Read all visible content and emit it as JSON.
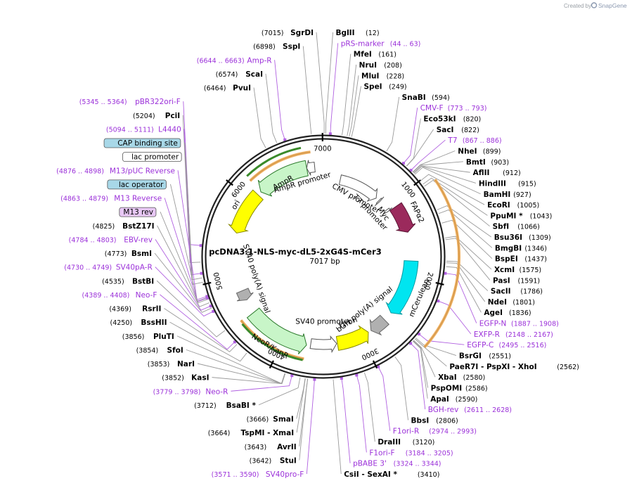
{
  "watermark": {
    "created_by": "Created by",
    "brand": "SnapGene"
  },
  "plasmid": {
    "name": "pcDNA3.1-NLS-myc-dL5-2xG4S-mCer3",
    "length_label": "7017 bp",
    "length": 7017
  },
  "ticks": [
    {
      "pos": 7000,
      "label": "7000"
    },
    {
      "pos": 1000,
      "label": "1000"
    },
    {
      "pos": 2000,
      "label": "2000"
    },
    {
      "pos": 3000,
      "label": "3000"
    },
    {
      "pos": 4000,
      "label": "4000"
    },
    {
      "pos": 5000,
      "label": "5000"
    },
    {
      "pos": 6000,
      "label": "6000"
    }
  ],
  "features": [
    {
      "name": "CMV promoter",
      "start": 232,
      "end": 811,
      "color": "#ffffff",
      "stroke": "#555555"
    },
    {
      "name": "T7 promoter",
      "start": 863,
      "end": 881,
      "color": "#ffffff",
      "stroke": "#555555"
    },
    {
      "name": "Myc",
      "start": 1035,
      "end": 1065,
      "color": "#ffffff",
      "stroke": "#555555"
    },
    {
      "name": "FAPα2",
      "start": 1070,
      "end": 1430,
      "color": "#9b2a5c",
      "stroke": "#5a1433"
    },
    {
      "name": "mCerulean",
      "start": 1800,
      "end": 2520,
      "color": "#00e5f0",
      "stroke": "#0099a0"
    },
    {
      "name": "bGH poly(A) signal",
      "start": 2640,
      "end": 2860,
      "color": "#b0b0b0",
      "stroke": "#666666"
    },
    {
      "name": "f1 ori",
      "start": 2900,
      "end": 3320,
      "color": "#ffff00",
      "stroke": "#888800"
    },
    {
      "name": "SV40 promoter",
      "start": 3330,
      "end": 3660,
      "color": "#ffffff",
      "stroke": "#555555"
    },
    {
      "name": "NeoR/KanR",
      "start": 3710,
      "end": 4500,
      "color": "#c8f5c8",
      "stroke": "#2c7a2c"
    },
    {
      "name": "SV40 poly(A) signal",
      "start": 4680,
      "end": 4810,
      "color": "#b0b0b0",
      "stroke": "#666666"
    },
    {
      "name": "ori",
      "start": 5550,
      "end": 6100,
      "color": "#ffff00",
      "stroke": "#888800"
    },
    {
      "name": "AmpR",
      "start": 6150,
      "end": 6800,
      "color": "#c8f5c8",
      "stroke": "#2c7a2c"
    },
    {
      "name": "AmpR promoter",
      "start": 6800,
      "end": 6900,
      "color": "#ffffff",
      "stroke": "#555555"
    }
  ],
  "feature_labels": [
    {
      "text": "CMV promoter",
      "pos": 560,
      "r": 95
    },
    {
      "text": "T7 promoter",
      "pos": 900,
      "r": 92
    },
    {
      "text": "Myc",
      "pos": 1050,
      "r": 105
    },
    {
      "text": "FAPα2",
      "pos": 1250,
      "r": 148
    },
    {
      "text": "mCerulean",
      "pos": 2200,
      "r": 148
    },
    {
      "text": "bGH poly(A) signal",
      "pos": 2760,
      "r": 95
    },
    {
      "text": "f1 ori",
      "pos": 3100,
      "r": 100
    },
    {
      "text": "SV40 promoter",
      "pos": 3500,
      "r": 92
    },
    {
      "text": "NeoR/KanR",
      "pos": 4100,
      "r": 148
    },
    {
      "text": "SV40 poly(A) signal",
      "pos": 4900,
      "r": 100
    },
    {
      "text": "ori",
      "pos": 5850,
      "r": 145
    },
    {
      "text": "AmpR",
      "pos": 6450,
      "r": 120
    },
    {
      "text": "AmpR promoter",
      "pos": 6700,
      "r": 110
    }
  ],
  "sites_right": [
    {
      "name": "BglII",
      "pos": "(12)",
      "bp": 12
    },
    {
      "name": "pRS-marker",
      "pos": "(44 .. 63)",
      "bp": 54,
      "primer": true
    },
    {
      "name": "MfeI",
      "pos": "(161)",
      "bp": 161
    },
    {
      "name": "NruI",
      "pos": "(208)",
      "bp": 208
    },
    {
      "name": "MluI",
      "pos": "(228)",
      "bp": 228
    },
    {
      "name": "SpeI",
      "pos": "(249)",
      "bp": 249
    },
    {
      "name": "SnaBI",
      "pos": "(594)",
      "bp": 594
    },
    {
      "name": "CMV-F",
      "pos": "(773 .. 793)",
      "bp": 783,
      "primer": true
    },
    {
      "name": "Eco53kI",
      "pos": "(820)",
      "bp": 820
    },
    {
      "name": "SacI",
      "pos": "(822)",
      "bp": 822
    },
    {
      "name": "T7",
      "pos": "(867 .. 886)",
      "bp": 876,
      "primer": true
    },
    {
      "name": "NheI",
      "pos": "(899)",
      "bp": 899
    },
    {
      "name": "BmtI",
      "pos": "(903)",
      "bp": 903
    },
    {
      "name": "AflII",
      "pos": "(912)",
      "bp": 912
    },
    {
      "name": "HindIII",
      "pos": "(915)",
      "bp": 915
    },
    {
      "name": "BamHI",
      "pos": "(927)",
      "bp": 927
    },
    {
      "name": "EcoRI",
      "pos": "(1005)",
      "bp": 1005
    },
    {
      "name": "PpuMI *",
      "pos": "(1043)",
      "bp": 1043
    },
    {
      "name": "SbfI",
      "pos": "(1066)",
      "bp": 1066
    },
    {
      "name": "Bsu36I",
      "pos": "(1309)",
      "bp": 1309
    },
    {
      "name": "BmgBI",
      "pos": "(1346)",
      "bp": 1346
    },
    {
      "name": "BspEI",
      "pos": "(1437)",
      "bp": 1437
    },
    {
      "name": "XcmI",
      "pos": "(1575)",
      "bp": 1575
    },
    {
      "name": "PasI",
      "pos": "(1591)",
      "bp": 1591
    },
    {
      "name": "SacII",
      "pos": "(1786)",
      "bp": 1786
    },
    {
      "name": "NdeI",
      "pos": "(1801)",
      "bp": 1801
    },
    {
      "name": "AgeI",
      "pos": "(1836)",
      "bp": 1836
    },
    {
      "name": "EGFP-N",
      "pos": "(1887 .. 1908)",
      "bp": 1897,
      "primer": true
    },
    {
      "name": "EXFP-R",
      "pos": "(2148 .. 2167)",
      "bp": 2157,
      "primer": true
    },
    {
      "name": "EGFP-C",
      "pos": "(2495 .. 2516)",
      "bp": 2505,
      "primer": true
    },
    {
      "name": "BsrGI",
      "pos": "(2551)",
      "bp": 2551
    },
    {
      "name": "PaeR7I - PspXI - XhoI",
      "pos": "(2562)",
      "bp": 2562
    },
    {
      "name": "XbaI",
      "pos": "(2580)",
      "bp": 2580
    },
    {
      "name": "PspOMI",
      "pos": "(2586)",
      "bp": 2586
    },
    {
      "name": "ApaI",
      "pos": "(2590)",
      "bp": 2590
    },
    {
      "name": "BGH-rev",
      "pos": "(2611 .. 2628)",
      "bp": 2619,
      "primer": true
    },
    {
      "name": "BbsI",
      "pos": "(2806)",
      "bp": 2806
    },
    {
      "name": "F1ori-R",
      "pos": "(2974 .. 2993)",
      "bp": 2983,
      "primer": true
    },
    {
      "name": "DraIII",
      "pos": "(3120)",
      "bp": 3120
    },
    {
      "name": "F1ori-F",
      "pos": "(3184 .. 3205)",
      "bp": 3194,
      "primer": true
    },
    {
      "name": "pBABE 3'",
      "pos": "(3324 .. 3344)",
      "bp": 3334,
      "primer": true
    },
    {
      "name": "CsiI - SexAI *",
      "pos": "(3410)",
      "bp": 3410
    }
  ],
  "sites_left": [
    {
      "name": "SgrDI",
      "pos": "(7015)",
      "bp": 7015
    },
    {
      "name": "SspI",
      "pos": "(6898)",
      "bp": 6898
    },
    {
      "name": "Amp-R",
      "pos": "(6644 .. 6663)",
      "bp": 6653,
      "primer": true
    },
    {
      "name": "ScaI",
      "pos": "(6574)",
      "bp": 6574
    },
    {
      "name": "PvuI",
      "pos": "(6464)",
      "bp": 6464
    },
    {
      "name": "pBR322ori-F",
      "pos": "(5345 .. 5364)",
      "bp": 5355,
      "primer": true
    },
    {
      "name": "PciI",
      "pos": "(5204)",
      "bp": 5204
    },
    {
      "name": "L4440",
      "pos": "(5094 .. 5111)",
      "bp": 5102,
      "primer": true
    },
    {
      "name": "CAP binding site",
      "pos": "",
      "bp": 5060,
      "boxed": "#a8d8e8"
    },
    {
      "name": "lac promoter",
      "pos": "",
      "bp": 5020,
      "boxed": "#ffffff"
    },
    {
      "name": "M13/pUC Reverse",
      "pos": "(4876 .. 4898)",
      "bp": 4887,
      "primer": true
    },
    {
      "name": "lac operator",
      "pos": "",
      "bp": 4875,
      "boxed": "#a8d8e8"
    },
    {
      "name": "M13 Reverse",
      "pos": "(4863 .. 4879)",
      "bp": 4871,
      "primer": true
    },
    {
      "name": "M13 rev",
      "pos": "",
      "bp": 4860,
      "boxed": "#e8c8f5"
    },
    {
      "name": "BstZ17I",
      "pos": "(4825)",
      "bp": 4825
    },
    {
      "name": "EBV-rev",
      "pos": "(4784 .. 4803)",
      "bp": 4793,
      "primer": true
    },
    {
      "name": "BsmI",
      "pos": "(4773)",
      "bp": 4773
    },
    {
      "name": "SV40pA-R",
      "pos": "(4730 .. 4749)",
      "bp": 4739,
      "primer": true
    },
    {
      "name": "BstBI",
      "pos": "(4535)",
      "bp": 4535
    },
    {
      "name": "Neo-F",
      "pos": "(4389 .. 4408)",
      "bp": 4398,
      "primer": true
    },
    {
      "name": "RsrII",
      "pos": "(4369)",
      "bp": 4369
    },
    {
      "name": "BssHII",
      "pos": "(4250)",
      "bp": 4250
    },
    {
      "name": "PluTI",
      "pos": "(3856)",
      "bp": 3856
    },
    {
      "name": "SfoI",
      "pos": "(3854)",
      "bp": 3854
    },
    {
      "name": "NarI",
      "pos": "(3853)",
      "bp": 3853
    },
    {
      "name": "KasI",
      "pos": "(3852)",
      "bp": 3852
    },
    {
      "name": "Neo-R",
      "pos": "(3779 .. 3798)",
      "bp": 3788,
      "primer": true
    },
    {
      "name": "BsaBI *",
      "pos": "(3712)",
      "bp": 3712
    },
    {
      "name": "SmaI",
      "pos": "(3666)",
      "bp": 3666
    },
    {
      "name": "TspMI - XmaI",
      "pos": "(3664)",
      "bp": 3664
    },
    {
      "name": "AvrII",
      "pos": "(3643)",
      "bp": 3643
    },
    {
      "name": "StuI",
      "pos": "(3642)",
      "bp": 3642
    },
    {
      "name": "SV40pro-F",
      "pos": "(3571 .. 3590)",
      "bp": 3580,
      "primer": true
    }
  ]
}
